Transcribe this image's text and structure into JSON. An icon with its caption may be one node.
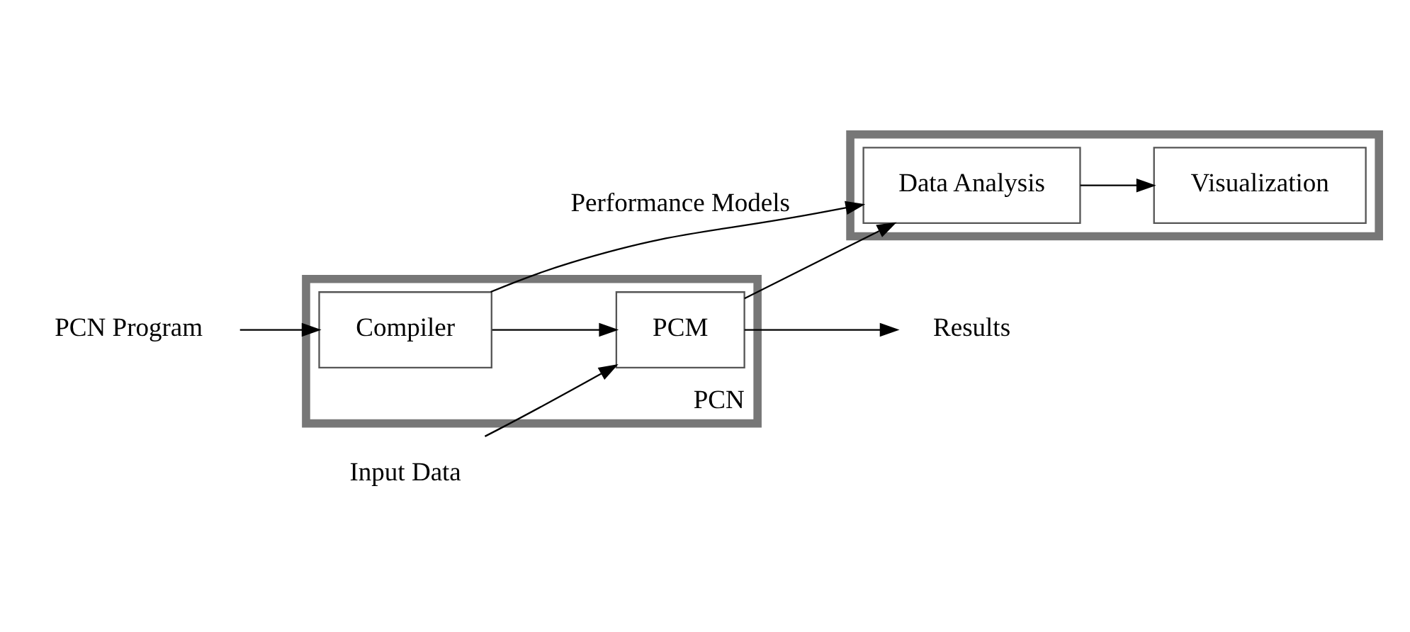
{
  "diagram": {
    "nodes": [
      {
        "text": [
          "PCN Program"
        ]
      },
      {
        "text": [
          "Input Data"
        ]
      },
      {
        "text": [
          "PCN"
        ]
      },
      {
        "text": [
          "Compiler"
        ],
        "in": 2
      },
      {
        "text": [
          "PCM"
        ],
        "in": 2
      },
      {
        "text": [],
        "shape": "box"
      },
      {
        "text": [
          "Data Analysis"
        ],
        "in": 5
      },
      {
        "text": [
          "Visualization"
        ],
        "in": 5
      },
      {
        "text": [
          "Results"
        ]
      }
    ],
    "edges": [
      {
        "from": 0,
        "to": 3,
        "arrow": "to"
      },
      {
        "from": 1,
        "to": 4,
        "arrow": "to"
      },
      {
        "from": 3,
        "to": 4,
        "arrow": "to"
      },
      {
        "from": 4,
        "to": 6,
        "arrow": "to"
      },
      {
        "from": 6,
        "to": 7,
        "arrow": "to"
      },
      {
        "from": 4,
        "to": 8,
        "arrow": "to"
      },
      {
        "from": 3,
        "to": 6,
        "arrow": "to",
        "label": "Performance Models"
      }
    ]
  }
}
